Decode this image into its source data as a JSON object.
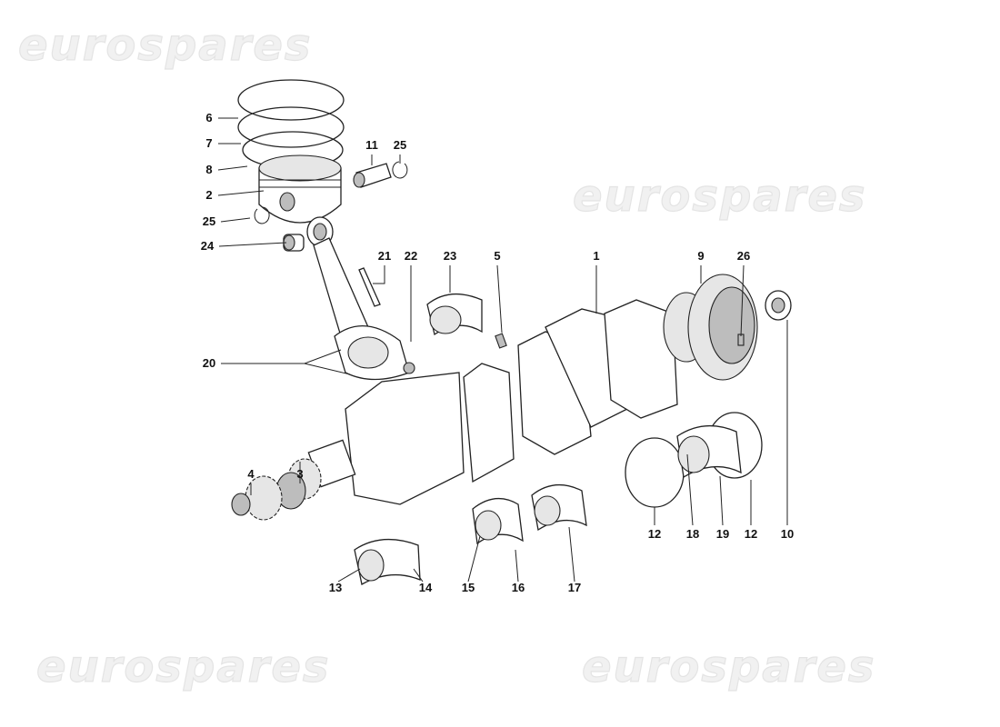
{
  "watermark": "eurospares",
  "callouts": [
    "6",
    "7",
    "8",
    "2",
    "25",
    "24",
    "11",
    "25",
    "21",
    "22",
    "23",
    "5",
    "1",
    "9",
    "26",
    "20",
    "4",
    "3",
    "10",
    "12",
    "18",
    "19",
    "12",
    "13",
    "14",
    "15",
    "16",
    "17"
  ],
  "colors": {
    "line": "#222222",
    "background": "#ffffff",
    "watermark": "#eeeeee"
  }
}
